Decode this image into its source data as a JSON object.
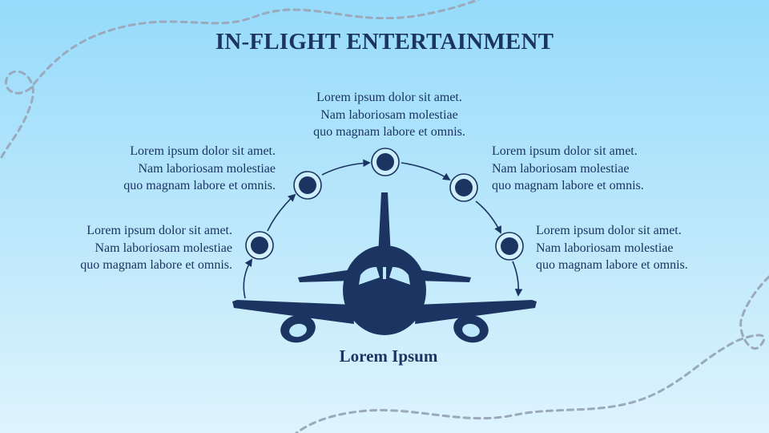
{
  "title": "IN-FLIGHT ENTERTAINMENT",
  "caption": "Lorem Ipsum",
  "colors": {
    "navy": "#1b3461",
    "sky_top": "#96dbfb",
    "sky_bottom": "#def4fd",
    "dash": "#9aa9bb"
  },
  "items": [
    {
      "lines": [
        "Lorem ipsum dolor sit amet.",
        "Nam laboriosam molestiae",
        "quo magnam labore et omnis."
      ]
    },
    {
      "lines": [
        "Lorem ipsum dolor sit amet.",
        "Nam laboriosam molestiae",
        "quo magnam labore et omnis."
      ]
    },
    {
      "lines": [
        "Lorem ipsum dolor sit amet.",
        "Nam laboriosam molestiae",
        "quo magnam labore et omnis."
      ]
    },
    {
      "lines": [
        "Lorem ipsum dolor sit amet.",
        "Nam laboriosam molestiae",
        "quo magnam labore et omnis."
      ]
    },
    {
      "lines": [
        "Lorem ipsum dolor sit amet.",
        "Nam laboriosam molestiae",
        "quo magnam labore et omnis."
      ]
    }
  ],
  "icons": [
    "airplane-icon",
    "node-circle-icon",
    "arrow-icon"
  ]
}
